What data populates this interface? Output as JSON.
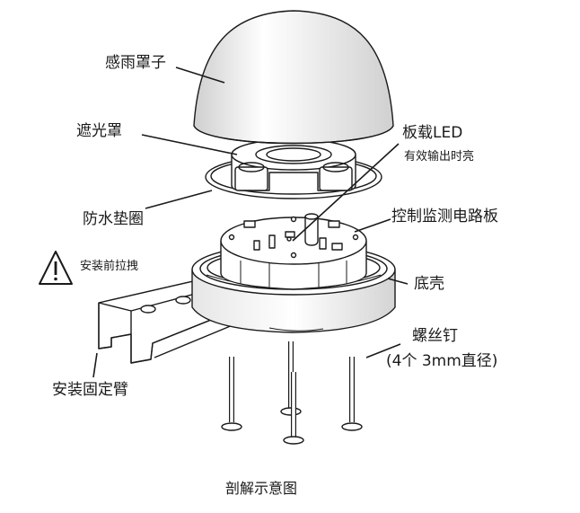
{
  "labels": {
    "rain_cover": "感雨罩子",
    "light_shield": "遮光罩",
    "board_led": "板载LED",
    "board_led_note": "有效输出时亮",
    "gasket": "防水垫圈",
    "control_board": "控制监测电路板",
    "warning_text": "安装前拉拽",
    "base_shell": "底壳",
    "screws": "螺丝钉",
    "screws_note": "(4个 3mm直径)",
    "mount_arm": "安装固定臂"
  },
  "caption": "剖解示意图",
  "colors": {
    "line": "#1a1a1a",
    "fill": "#ffffff",
    "shade": "#d8d8d8"
  },
  "icons": {
    "warning": "warning-triangle-icon"
  }
}
